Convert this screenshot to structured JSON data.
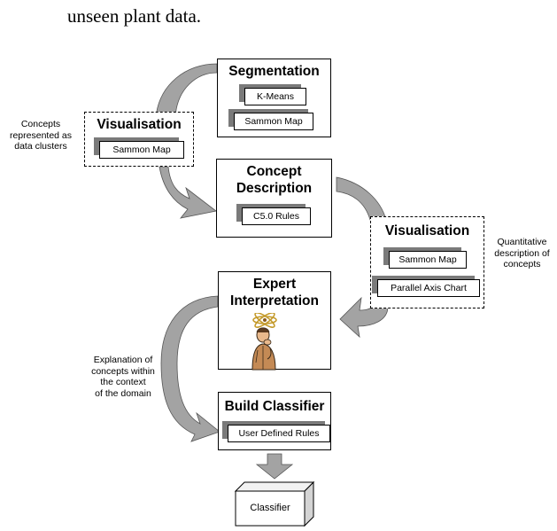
{
  "intro_text": "unseen plant data.",
  "segmentation": {
    "title": "Segmentation",
    "items": [
      "K-Means",
      "Sammon Map"
    ]
  },
  "visualisation_left": {
    "title": "Visualisation",
    "items": [
      "Sammon Map"
    ]
  },
  "concept_description": {
    "title_line1": "Concept",
    "title_line2": "Description",
    "items": [
      "C5.0 Rules"
    ]
  },
  "visualisation_right": {
    "title": "Visualisation",
    "items": [
      "Sammon Map",
      "Parallel Axis Chart"
    ]
  },
  "expert_interpretation": {
    "title_line1": "Expert",
    "title_line2": "Interpretation",
    "illustration": "thinking-person-clipart"
  },
  "build_classifier": {
    "title": "Build Classifier",
    "items": [
      "User Defined Rules"
    ]
  },
  "classifier": {
    "label": "Classifier"
  },
  "notes": {
    "left_concepts": [
      "Concepts",
      "represented as",
      "data clusters"
    ],
    "right_quantitative": [
      "Quantitative",
      "description of",
      "concepts"
    ],
    "left_explanation": [
      "Explanation of",
      "concepts within",
      "the context",
      "of the domain"
    ]
  },
  "colors": {
    "arrow_fill": "#a3a3a3",
    "tag_shadow": "#7a7a7a",
    "border": "#000000"
  }
}
